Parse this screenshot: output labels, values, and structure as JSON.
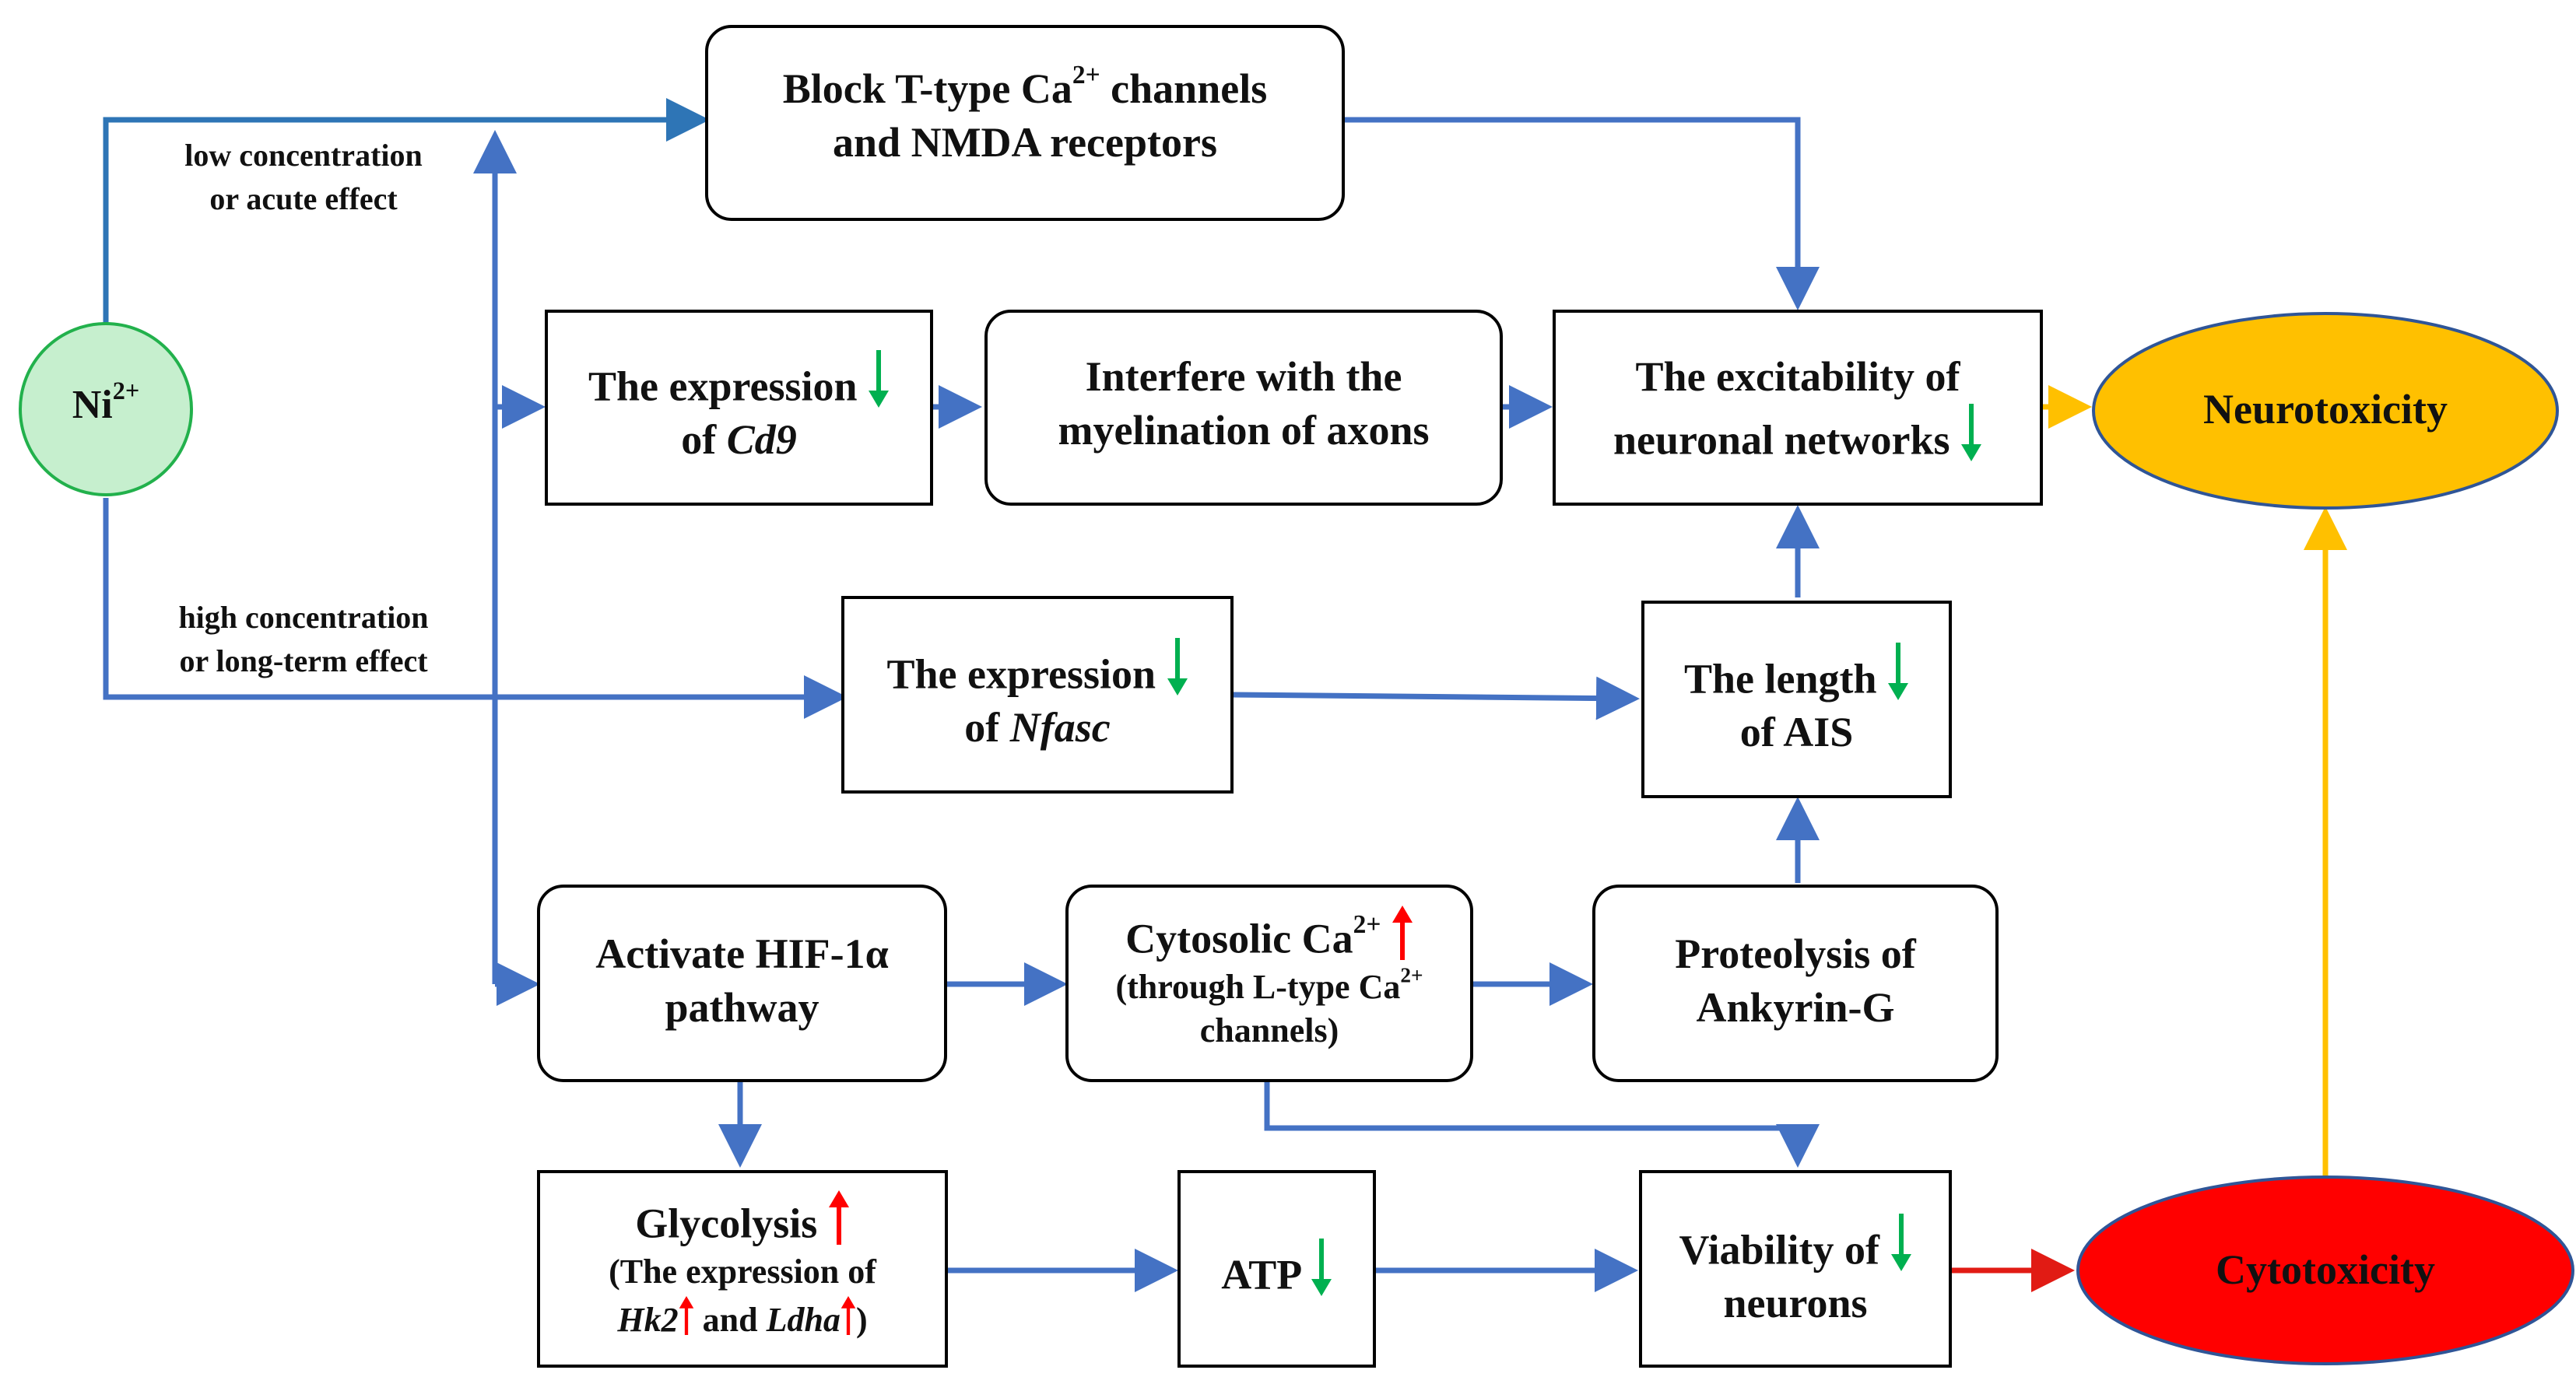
{
  "colors": {
    "arrow_blue": "#4472C4",
    "arrow_blue_dark": "#2E75B6",
    "arrow_red": "#E11B14",
    "arrow_yellow": "#FFC000",
    "down_green": "#00B050",
    "up_red": "#FF0000",
    "ni_fill": "#C6EFCE",
    "ni_stroke": "#22B14C",
    "neuro_fill": "#FFC000",
    "cyto_fill": "#FF0000",
    "box_stroke": "#000000"
  },
  "icons": {
    "down_arrow": "green-down-arrow-icon",
    "up_arrow": "red-up-arrow-icon"
  },
  "source": {
    "ni_symbol": "Ni",
    "ni_charge": "2+"
  },
  "branch_labels": {
    "low_line1": "low concentration",
    "low_line2": "or acute effect",
    "high_line1": "high concentration",
    "high_line2": "or long-term effect"
  },
  "nodes": {
    "block": {
      "line1_a": "Block T-type Ca",
      "line1_sup": "2+",
      "line1_b": " channels",
      "line2": "and NMDA receptors"
    },
    "cd9": {
      "line1": "The expression",
      "line2_a": "of ",
      "gene": "Cd9"
    },
    "myelin": {
      "line1": "Interfere with the",
      "line2": "myelination of axons"
    },
    "excit": {
      "line1": "The excitability of",
      "line2": "neuronal networks"
    },
    "nfasc": {
      "line1": "The expression",
      "line2_a": "of ",
      "gene": "Nfasc"
    },
    "ais": {
      "line1": "The length",
      "line2": "of AIS"
    },
    "hif": {
      "line1": "Activate HIF-1α",
      "line2": "pathway"
    },
    "cytosolic": {
      "line1_a": "Cytosolic Ca",
      "line1_sup": "2+",
      "line2_a": "(through L-type Ca",
      "line2_sup": "2+",
      "line3": "channels)"
    },
    "ankyrin": {
      "line1": "Proteolysis of",
      "line2": "Ankyrin-G"
    },
    "glycolysis": {
      "title": "Glycolysis",
      "line2": "(The expression of",
      "gene1": "Hk2",
      "and": "and ",
      "gene2": "Ldha",
      "close": ")"
    },
    "atp": {
      "label": "ATP"
    },
    "viability": {
      "line1": "Viability of",
      "line2": "neurons"
    }
  },
  "outcomes": {
    "neurotoxicity": "Neurotoxicity",
    "cytotoxicity": "Cytotoxicity"
  }
}
